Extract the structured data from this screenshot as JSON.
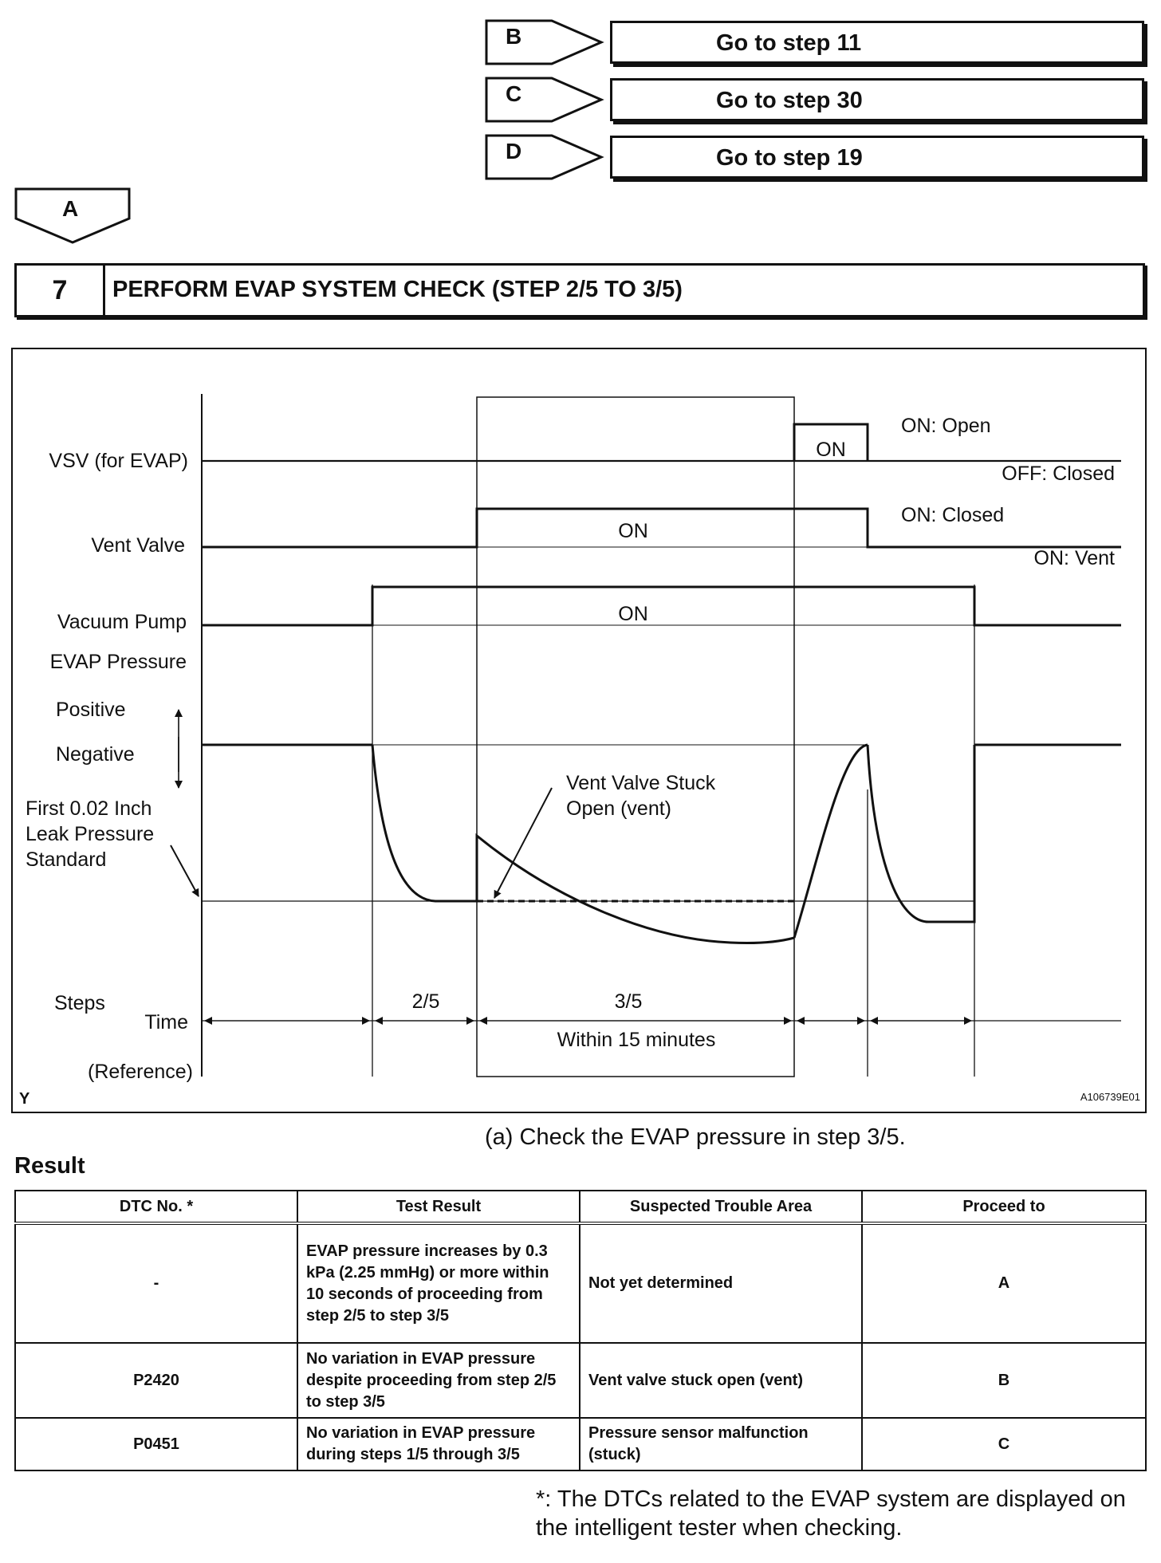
{
  "flow": [
    {
      "tag": "B",
      "text": "Go to step 11"
    },
    {
      "tag": "C",
      "text": "Go to step 30"
    },
    {
      "tag": "D",
      "text": "Go to step 19"
    }
  ],
  "flow_a": "A",
  "step": {
    "number": "7",
    "title": "PERFORM EVAP SYSTEM CHECK (STEP 2/5 TO 3/5)"
  },
  "diagram": {
    "rows": {
      "vsv": "VSV (for EVAP)",
      "vent": "Vent Valve",
      "pump": "Vacuum Pump",
      "evap": "EVAP Pressure",
      "positive": "Positive",
      "negative": "Negative",
      "std1": "First 0.02 Inch",
      "std2": "Leak Pressure",
      "std3": "Standard"
    },
    "states": {
      "vsv_on": "ON",
      "vsv_on_open": "ON: Open",
      "vsv_off_closed": "OFF: Closed",
      "vent_on": "ON",
      "vent_on_closed": "ON: Closed",
      "vent_on_vent": "ON: Vent",
      "pump_on": "ON"
    },
    "annotation1": "Vent Valve Stuck",
    "annotation2": "Open (vent)",
    "steps_label": "Steps",
    "time_label": "Time",
    "reference_label": "(Reference)",
    "step_25": "2/5",
    "step_35": "3/5",
    "within": "Within 15 minutes",
    "corner": "Y",
    "figure_id": "A106739E01"
  },
  "note_a": "(a)   Check the EVAP pressure in step 3/5.",
  "result_heading": "Result",
  "table": {
    "headers": [
      "DTC No. *",
      "Test Result",
      "Suspected Trouble Area",
      "Proceed to"
    ],
    "rows": [
      [
        "-",
        "EVAP pressure increases by 0.3 kPa (2.25 mmHg) or more within 10 seconds of proceeding from step 2/5 to step 3/5",
        "Not yet determined",
        "A"
      ],
      [
        "P2420",
        "No variation in EVAP pressure despite proceeding from step 2/5 to step 3/5",
        "Vent valve stuck open (vent)",
        "B"
      ],
      [
        "P0451",
        "No variation in EVAP pressure during steps 1/5 through 3/5",
        "Pressure sensor malfunction (stuck)",
        "C"
      ]
    ]
  },
  "footnote": "*: The DTCs related to the EVAP system are displayed on the intelligent tester when checking."
}
